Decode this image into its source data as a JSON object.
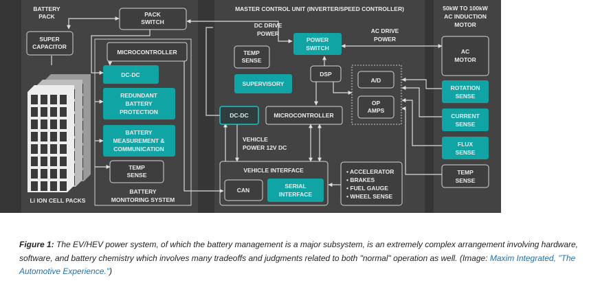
{
  "colors": {
    "background": "#3a3a3a",
    "teal": "#10a4a4",
    "section_panel": "#444444",
    "line": "#d8d8d8"
  },
  "blocks": {
    "battery_pack": [
      "BATTERY",
      "PACK"
    ],
    "pack_switch": [
      "PACK",
      "SWITCH"
    ],
    "super_capacitor": [
      "SUPER",
      "CAPACITOR"
    ],
    "microcontroller_bms": "MICROCONTROLLER",
    "dcdc_bms": "DC-DC",
    "redundant_protection": [
      "REDUNDANT",
      "BATTERY",
      "PROTECTION"
    ],
    "battery_measurement": [
      "BATTERY",
      "MEASUREMENT &",
      "COMMUNICATION"
    ],
    "temp_sense_bms": [
      "TEMP",
      "SENSE"
    ],
    "bms_title": [
      "BATTERY",
      "MONITORING SYSTEM"
    ],
    "li_ion_label": "Li ION CELL PACKS",
    "mcu_title": "MASTER CONTROL UNIT (INVERTER/SPEED CONTROLLER)",
    "dc_drive_power": [
      "DC DRIVE",
      "POWER"
    ],
    "ac_drive_power": [
      "AC DRIVE",
      "POWER"
    ],
    "power_switch": [
      "POWER",
      "SWITCH"
    ],
    "temp_sense_mcu": [
      "TEMP",
      "SENSE"
    ],
    "dsp": "DSP",
    "supervisory": "SUPERVISORY",
    "ad": "A/D",
    "op_amps": [
      "OP",
      "AMPS"
    ],
    "dcdc_mcu": "DC-DC",
    "microcontroller_mcu": "MICROCONTROLLER",
    "vehicle_power": [
      "VEHICLE",
      "POWER 12V DC"
    ],
    "vehicle_interface": "VEHICLE INTERFACE",
    "can": "CAN",
    "serial_interface": [
      "SERIAL",
      "INTERFACE"
    ],
    "vehicle_inputs": [
      "• ACCELERATOR",
      "• BRAKES",
      "• FUEL GAUGE",
      "• WHEEL SENSE"
    ],
    "motor_title": [
      "50kW TO 100kW",
      "AC INDUCTION",
      "MOTOR"
    ],
    "ac_motor": [
      "AC",
      "MOTOR"
    ],
    "rotation_sense": [
      "ROTATION",
      "SENSE"
    ],
    "current_sense": [
      "CURRENT",
      "SENSE"
    ],
    "flux_sense": [
      "FLUX",
      "SENSE"
    ],
    "temp_sense_motor": [
      "TEMP",
      "SENSE"
    ]
  },
  "caption": {
    "label": "Figure 1:",
    "text": " The EV/HEV power system, of which the battery management is a major subsystem, is an extremely complex arrangement involving hardware, software, and battery chemistry which involves many tradeoffs and judgments related to both \"normal\" operation as well. (Image: ",
    "link": "Maxim Integrated, \"The Automotive Experience.\"",
    "end": ")"
  }
}
